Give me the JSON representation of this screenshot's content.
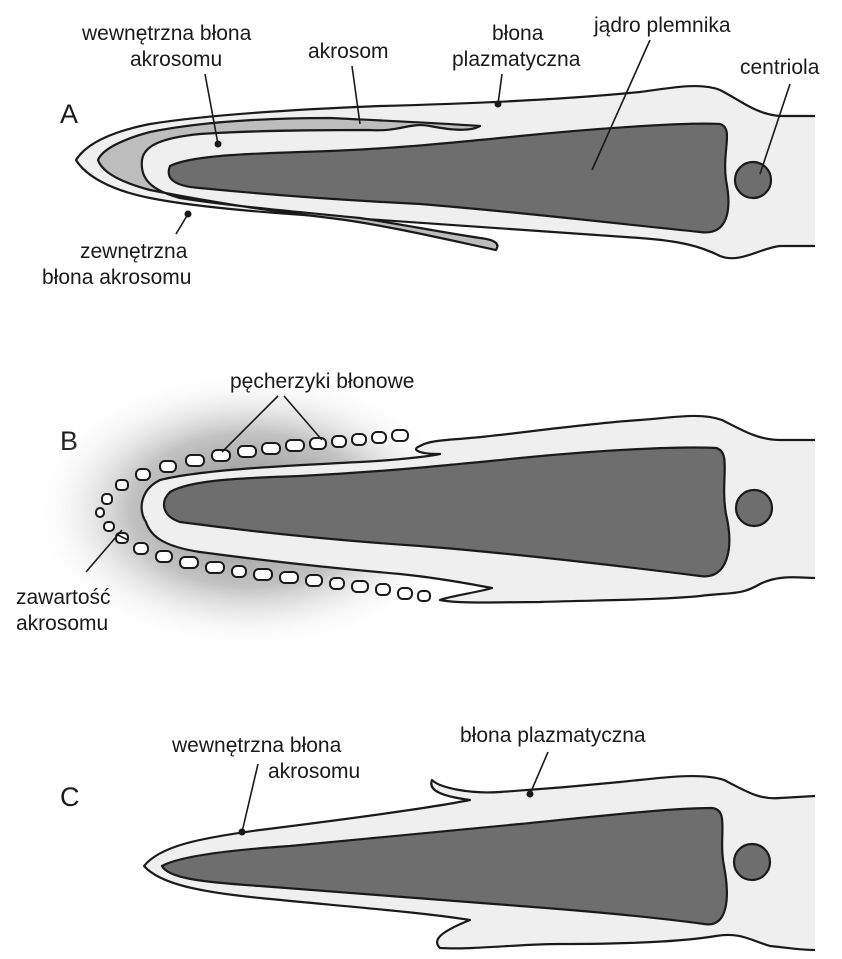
{
  "colors": {
    "cytoplasm": "#efefef",
    "acrosome": "#bdbdbd",
    "nucleus": "#6e6e6e",
    "outline": "#1a1a1a",
    "halo": "#8c8c8c"
  },
  "panel_a": {
    "letter": "A",
    "labels": {
      "inner_membrane_line1": "wewnętrzna błona",
      "inner_membrane_line2": "akrosomu",
      "acrosome": "akrosom",
      "plasma_membrane_line1": "błona",
      "plasma_membrane_line2": "plazmatyczna",
      "nucleus": "jądro plemnika",
      "centriole": "centriola",
      "outer_membrane_line1": "zewnętrzna",
      "outer_membrane_line2": "błona akrosomu"
    }
  },
  "panel_b": {
    "letter": "B",
    "labels": {
      "vesicles": "pęcherzyki błonowe",
      "contents_line1": "zawartość",
      "contents_line2": "akrosomu"
    }
  },
  "panel_c": {
    "letter": "C",
    "labels": {
      "inner_membrane_line1": "wewnętrzna błona",
      "inner_membrane_line2": "akrosomu",
      "plasma_membrane": "błona plazmatyczna"
    }
  }
}
